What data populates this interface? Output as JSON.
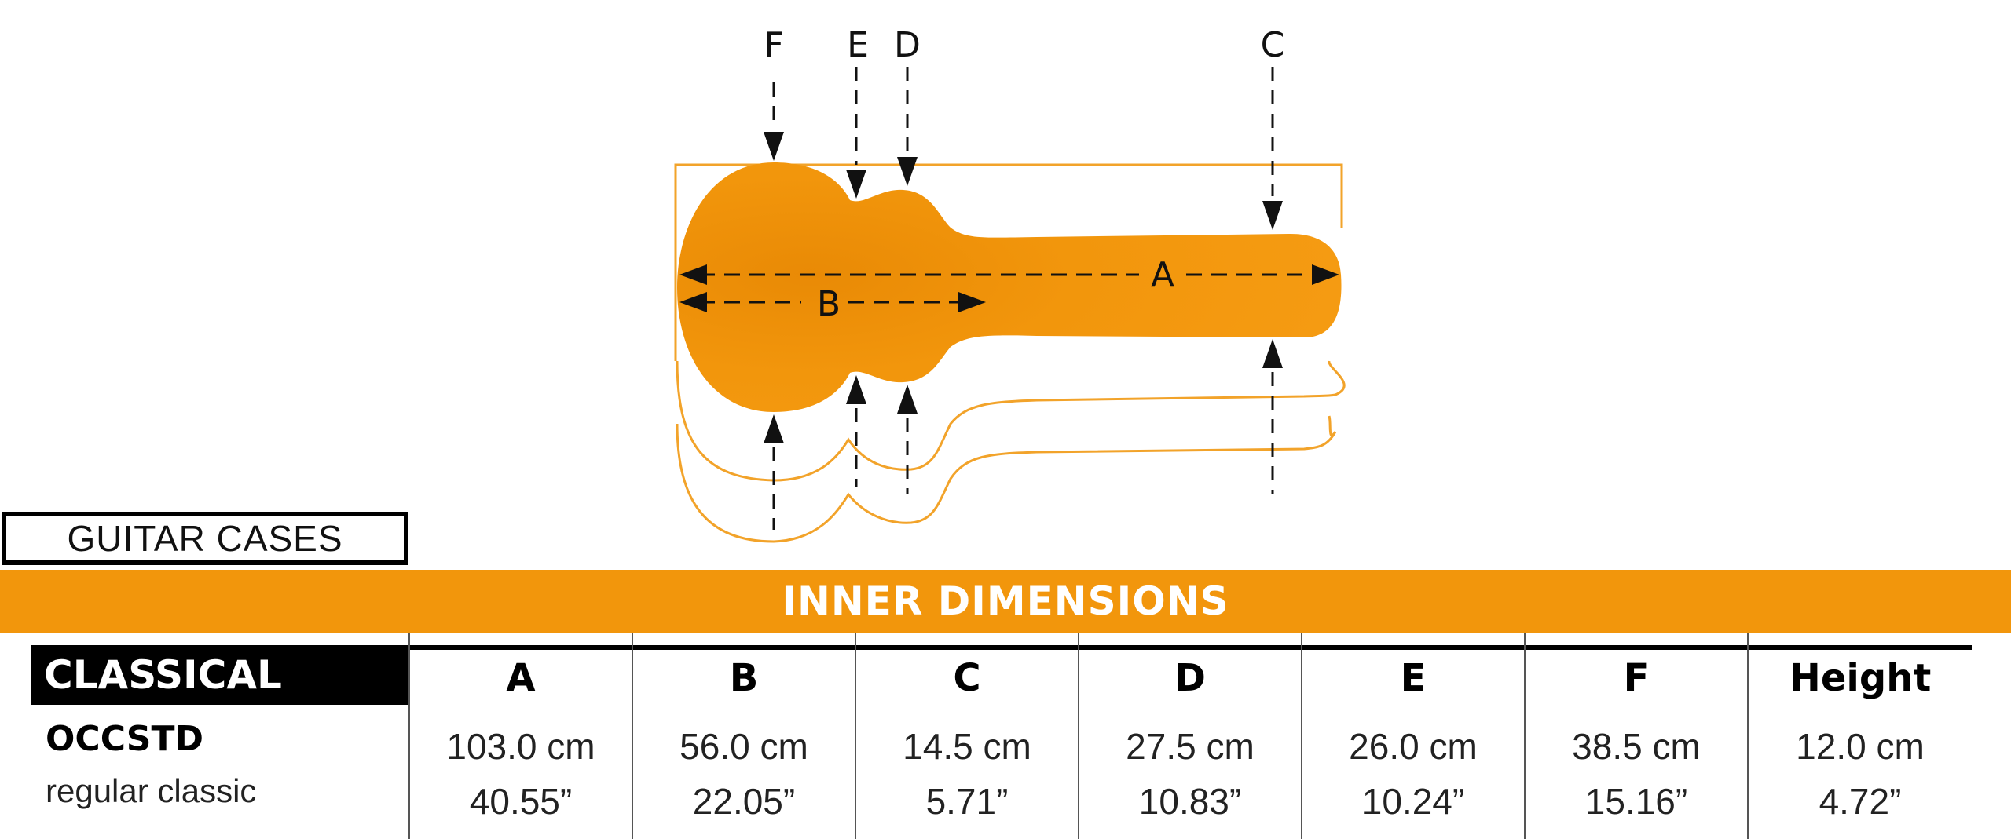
{
  "diagram": {
    "labels": {
      "A": "A",
      "B": "B",
      "C": "C",
      "D": "D",
      "E": "E",
      "F": "F"
    },
    "colors": {
      "body": "#f2960c",
      "outline": "#f2a32a",
      "arrow": "#111111"
    }
  },
  "section_label": "GUITAR CASES",
  "banner": "INNER DIMENSIONS",
  "colors": {
    "accent": "#f2960c"
  },
  "table": {
    "category": "CLASSICAL",
    "model": "OCCSTD",
    "description": "regular classic",
    "columns": [
      {
        "label": "A",
        "cm": "103.0 cm",
        "inch": "40.55”"
      },
      {
        "label": "B",
        "cm": "56.0 cm",
        "inch": "22.05”"
      },
      {
        "label": "C",
        "cm": "14.5 cm",
        "inch": "5.71”"
      },
      {
        "label": "D",
        "cm": "27.5 cm",
        "inch": "10.83”"
      },
      {
        "label": "E",
        "cm": "26.0 cm",
        "inch": "10.24”"
      },
      {
        "label": "F",
        "cm": "38.5 cm",
        "inch": "15.16”"
      },
      {
        "label": "Height",
        "cm": "12.0 cm",
        "inch": "4.72”"
      }
    ]
  }
}
